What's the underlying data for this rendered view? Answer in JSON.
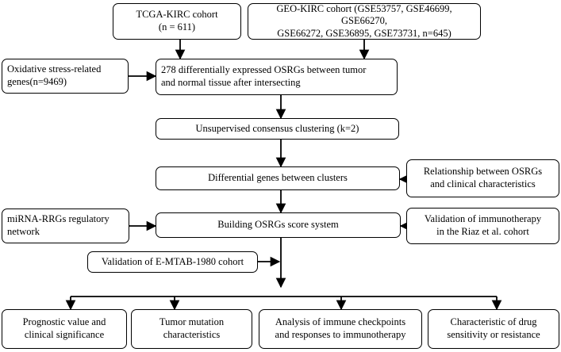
{
  "diagram": {
    "tcga": "TCGA-KIRC cohort\n(n = 611)",
    "geo": "GEO-KIRC cohort (GSE53757, GSE46699,  GSE66270,\nGSE66272, GSE36895, GSE73731, n=645)",
    "oxidative_genes": "Oxidative stress-related\ngenes(n=9469)",
    "deg_osrgs": "278 differentially expressed OSRGs between tumor\nand normal tissue after intersecting",
    "consensus": "Unsupervised consensus clustering (k=2)",
    "diff_genes": "Differential genes between clusters",
    "relationship": "Relationship between OSRGs\nand clinical characteristics",
    "mirna": "miRNA-RRGs regulatory\nnetwork",
    "score_system": "Building OSRGs score system",
    "immunotherapy_validation": "Validation of immunotherapy\nin the Riaz et al. cohort",
    "emtab": "Validation of E-MTAB-1980 cohort",
    "prognostic": "Prognostic value and\nclinical significance",
    "tumor_mutation": "Tumor mutation\ncharacteristics",
    "immune_checkpoints": "Analysis of immune checkpoints\nand responses to immunotherapy",
    "drug_sensitivity": "Characteristic of drug\nsensitivity or resistance"
  }
}
